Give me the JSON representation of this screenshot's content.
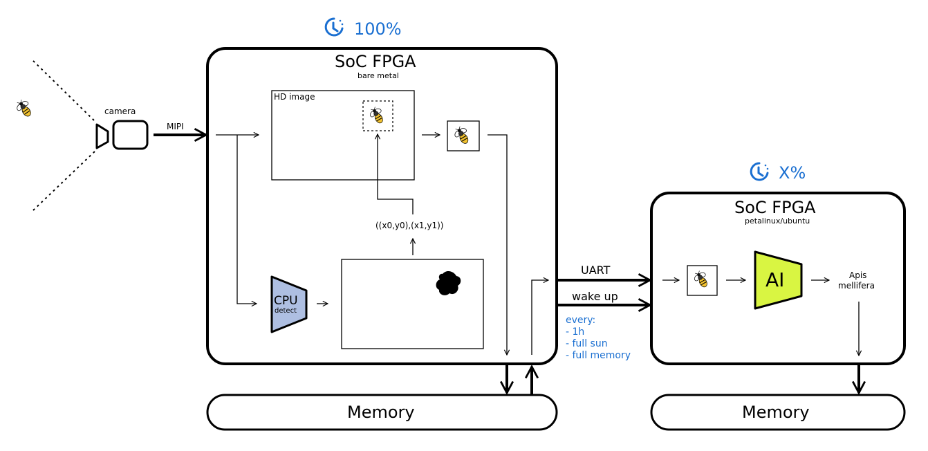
{
  "badges": {
    "left_pct": "100%",
    "right_pct": "X%"
  },
  "soc_left": {
    "title": "SoC FPGA",
    "subtitle": "bare metal"
  },
  "soc_right": {
    "title": "SoC FPGA",
    "subtitle": "petalinux/ubuntu"
  },
  "camera": {
    "label": "camera",
    "link_label": "MIPI"
  },
  "hd_image": {
    "label": "HD image"
  },
  "cpu": {
    "line1": "CPU",
    "line2": "detect"
  },
  "bbox_coords": "((x0,y0),(x1,y1))",
  "links": {
    "uart": "UART",
    "wake": "wake up"
  },
  "schedule": {
    "heading": "every:",
    "items": [
      "- 1h",
      "- full sun",
      "- full memory"
    ]
  },
  "ai": {
    "label": "AI",
    "result_line1": "Apis",
    "result_line2": "mellifera"
  },
  "memory": {
    "left": "Memory",
    "right": "Memory"
  },
  "colors": {
    "blue": "#1a6fd1",
    "cpu_fill": "#aebfe2",
    "ai_fill": "#d9f542"
  },
  "icons": [
    "clock-icon",
    "bee-icon",
    "camera-icon",
    "blob-icon"
  ]
}
